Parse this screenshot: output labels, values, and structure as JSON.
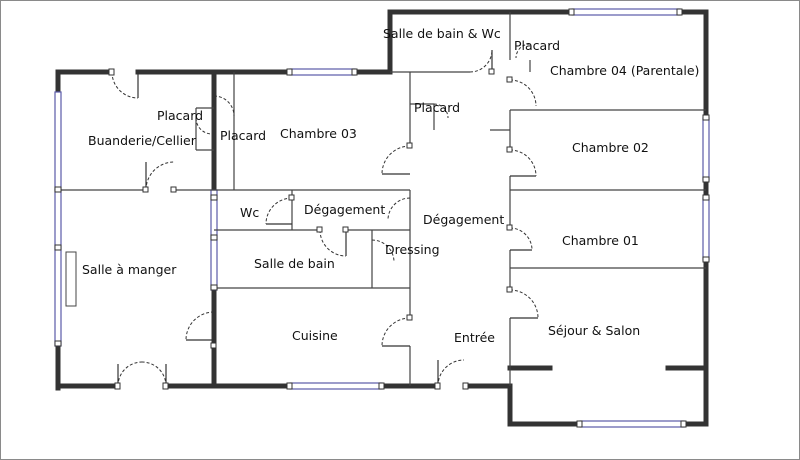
{
  "plan": {
    "rooms": [
      {
        "id": "sdb-wc",
        "label": "Salle de bain & Wc"
      },
      {
        "id": "placard-1",
        "label": "Placard"
      },
      {
        "id": "chambre-04",
        "label": "Chambre 04 (Parentale)"
      },
      {
        "id": "placard-2",
        "label": "Placard"
      },
      {
        "id": "placard-3",
        "label": "Placard"
      },
      {
        "id": "placard-4",
        "label": "Placard"
      },
      {
        "id": "buanderie",
        "label": "Buanderie/Cellier"
      },
      {
        "id": "chambre-03",
        "label": "Chambre 03"
      },
      {
        "id": "chambre-02",
        "label": "Chambre 02"
      },
      {
        "id": "wc",
        "label": "Wc"
      },
      {
        "id": "degagement-1",
        "label": "Dégagement"
      },
      {
        "id": "degagement-2",
        "label": "Dégagement"
      },
      {
        "id": "dressing",
        "label": "Dressing"
      },
      {
        "id": "chambre-01",
        "label": "Chambre 01"
      },
      {
        "id": "salle-a-manger",
        "label": "Salle à manger"
      },
      {
        "id": "salle-de-bain",
        "label": "Salle de bain"
      },
      {
        "id": "cuisine",
        "label": "Cuisine"
      },
      {
        "id": "entree",
        "label": "Entrée"
      },
      {
        "id": "sejour",
        "label": "Séjour & Salon"
      }
    ]
  }
}
